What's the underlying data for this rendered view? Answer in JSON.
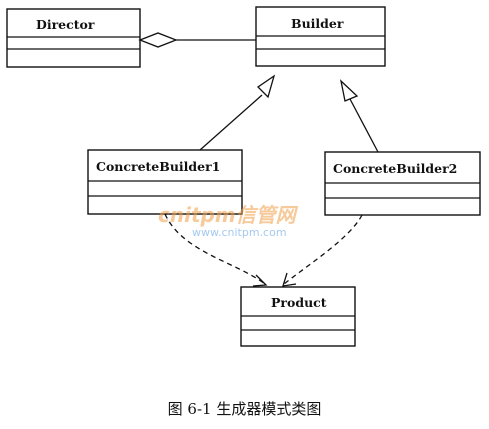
{
  "classes": {
    "director": "Director",
    "builder": "Builder",
    "concrete_builder_1": "ConcreteBuilder1",
    "concrete_builder_2": "ConcreteBuilder2",
    "product": "Product"
  },
  "relationships": {
    "aggregation": "Director ◇— Builder",
    "generalization": [
      "ConcreteBuilder1 → Builder",
      "ConcreteBuilder2 → Builder"
    ],
    "dependency": [
      "ConcreteBuilder1 ⇢ Product",
      "ConcreteBuilder2 ⇢ Product"
    ]
  },
  "watermark": {
    "brand": "cnitpm信管网",
    "url": "www.cnitpm.com"
  },
  "caption": "图 6-1  生成器模式类图",
  "colors": {
    "line": "#111111",
    "watermark_brand": "#f2a04a",
    "watermark_url": "#7fb3e6"
  }
}
